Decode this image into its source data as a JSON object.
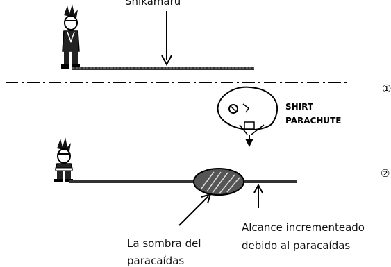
{
  "labels": {
    "top_name": "Shikamaru",
    "shirt_line1": "SHIRT",
    "shirt_line2": "PARACHUTE",
    "step1": "①",
    "step2": "②",
    "shadow_line1": "La sombra del",
    "shadow_line2": "paracaídas",
    "range_line1": "Alcance incrementeado",
    "range_line2": "debido al paracaídas"
  }
}
